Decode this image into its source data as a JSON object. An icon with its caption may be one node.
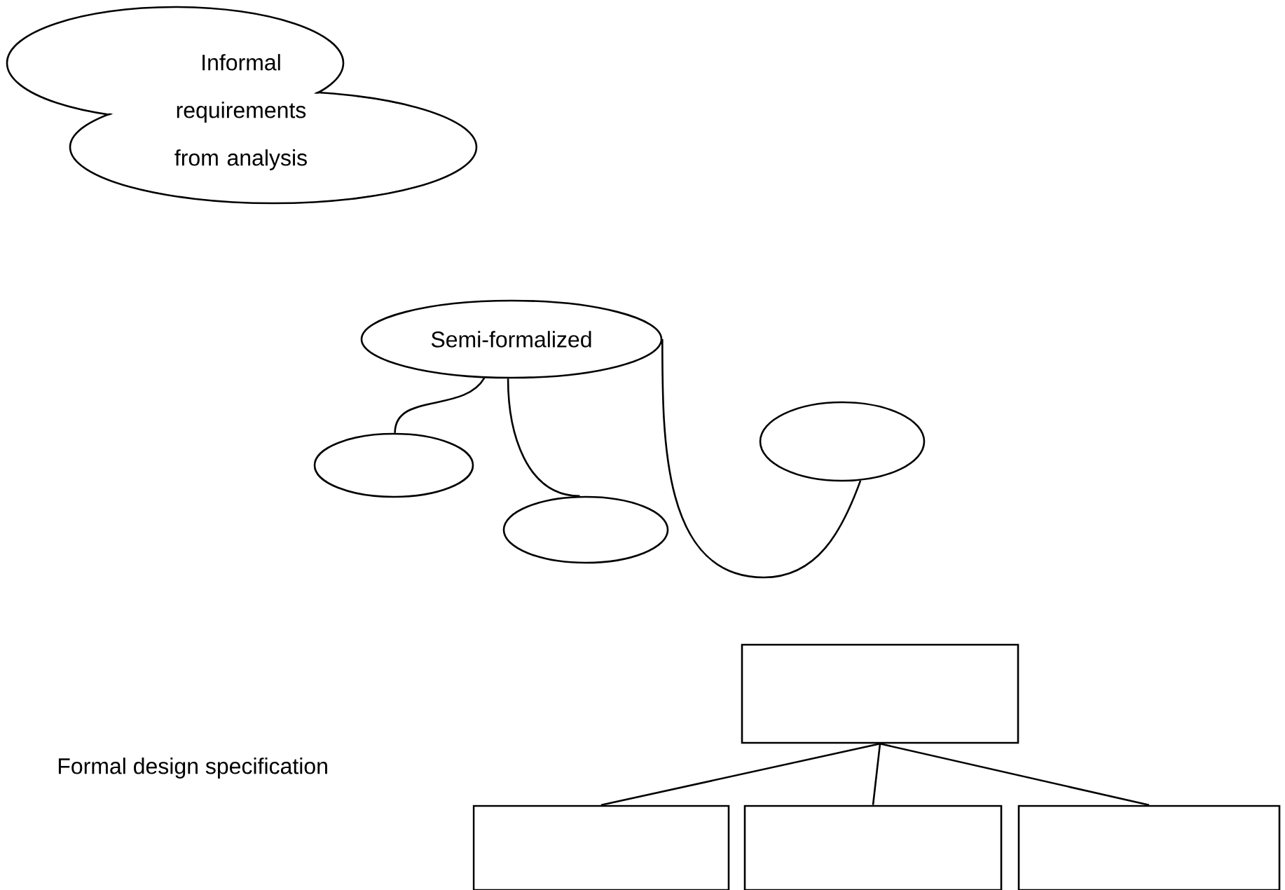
{
  "diagram": {
    "nodes": [
      {
        "text": [
          "Informal requirements from analysis"
        ]
      },
      {
        "text": [
          "Semi-formalized"
        ]
      },
      {
        "text": [],
        "shape": "ellipse"
      },
      {
        "text": [],
        "shape": "ellipse"
      },
      {
        "text": [],
        "shape": "ellipse"
      },
      {
        "text": [],
        "shape": "box"
      },
      {
        "text": [],
        "shape": "box"
      },
      {
        "text": [],
        "shape": "box"
      },
      {
        "text": [],
        "shape": "box"
      }
    ],
    "edges": [
      {
        "from": 1,
        "to": 2,
        "arrow": "none"
      },
      {
        "from": 1,
        "to": 3,
        "arrow": "none"
      },
      {
        "from": 1,
        "to": 4,
        "arrow": "none"
      },
      {
        "from": 5,
        "to": 6,
        "arrow": "none"
      },
      {
        "from": 5,
        "to": 7,
        "arrow": "none"
      },
      {
        "from": 5,
        "to": 8,
        "arrow": "none"
      }
    ],
    "labels": [
      "Formal design specification"
    ]
  }
}
